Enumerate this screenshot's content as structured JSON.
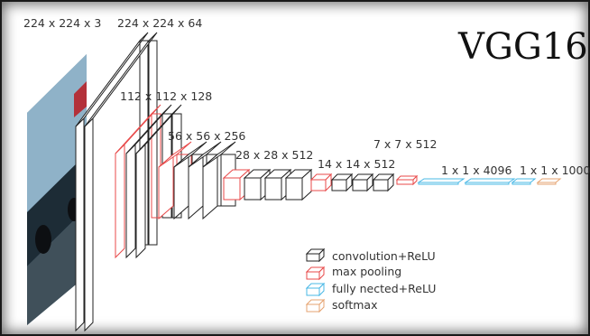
{
  "title": "VGG16",
  "input": {
    "label": "224 x 224 x 3"
  },
  "stages": [
    {
      "label": "224 x 224 x 64"
    },
    {
      "label": "112 x 112 x 128"
    },
    {
      "label": "56 x 56 x 256"
    },
    {
      "label": "28 x 28 x 512"
    },
    {
      "label": "14 x 14 x 512"
    },
    {
      "label": "7 x 7 x 512"
    },
    {
      "label": "1 x 1 x 4096"
    },
    {
      "label": "1 x 1 x 1000"
    }
  ],
  "legend": [
    {
      "label": "convolution+ReLU",
      "color": "#222222"
    },
    {
      "label": "max pooling",
      "color": "#e84a4a"
    },
    {
      "label": "fully nected+ReLU",
      "color": "#49b8e6"
    },
    {
      "label": "softmax",
      "color": "#e6a370"
    }
  ]
}
